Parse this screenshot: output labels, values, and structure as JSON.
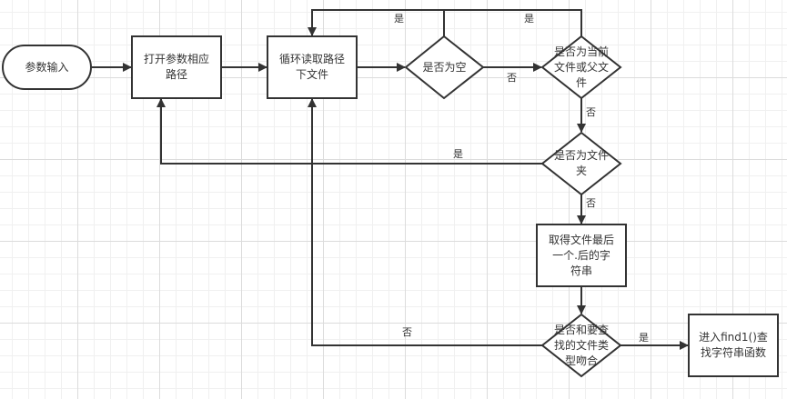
{
  "diagram": {
    "type": "flowchart",
    "colors": {
      "stroke": "#333333",
      "fill": "#ffffff",
      "text": "#333333"
    },
    "nodes": {
      "start": {
        "label": "参数输入",
        "shape": "terminal"
      },
      "open_path": {
        "label": "打开参数相应\n路径",
        "shape": "process"
      },
      "read_loop": {
        "label": "循环读取路径\n下文件",
        "shape": "process"
      },
      "is_empty": {
        "label": "是否为空",
        "shape": "decision"
      },
      "is_current_parent": {
        "label": "是否为当前\n文件或父文\n件",
        "shape": "decision"
      },
      "is_folder": {
        "label": "是否为文件\n夹",
        "shape": "decision"
      },
      "get_suffix": {
        "label": "取得文件最后\n一个.后的字\n符串",
        "shape": "process"
      },
      "type_match": {
        "label": "是否和要查\n找的文件类\n型吻合",
        "shape": "decision"
      },
      "find_func": {
        "label": "进入find1()查\n找字符串函数",
        "shape": "process"
      }
    },
    "edges": {
      "start_to_open": {
        "from": "start",
        "to": "open_path",
        "label": ""
      },
      "open_to_read": {
        "from": "open_path",
        "to": "read_loop",
        "label": ""
      },
      "read_to_empty": {
        "from": "read_loop",
        "to": "is_empty",
        "label": ""
      },
      "empty_yes": {
        "from": "is_empty",
        "to": "read_loop",
        "label": "是"
      },
      "empty_no": {
        "from": "is_empty",
        "to": "is_current_parent",
        "label": "否"
      },
      "current_yes": {
        "from": "is_current_parent",
        "to": "read_loop",
        "label": "是"
      },
      "current_no": {
        "from": "is_current_parent",
        "to": "is_folder",
        "label": "否"
      },
      "folder_yes": {
        "from": "is_folder",
        "to": "open_path",
        "label": "是"
      },
      "folder_no": {
        "from": "is_folder",
        "to": "get_suffix",
        "label": "否"
      },
      "suffix_to_match": {
        "from": "get_suffix",
        "to": "type_match",
        "label": ""
      },
      "match_yes": {
        "from": "type_match",
        "to": "find_func",
        "label": "是"
      },
      "match_no": {
        "from": "type_match",
        "to": "read_loop",
        "label": "否"
      }
    }
  }
}
